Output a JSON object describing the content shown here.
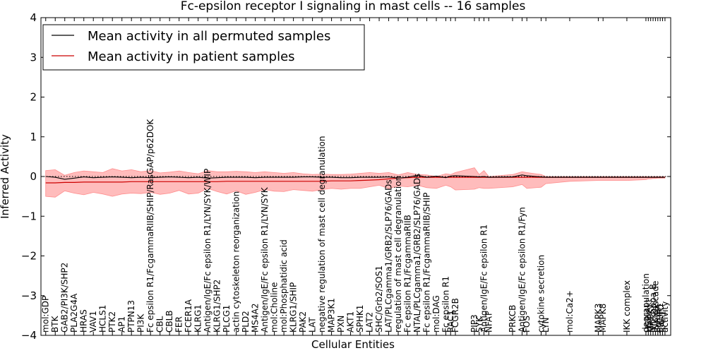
{
  "chart_data": {
    "type": "line",
    "title": "Fc-epsilon receptor I signaling in mast cells -- 16 samples",
    "xlabel": "Cellular Entities",
    "ylabel": "Inferred Activity",
    "ylim": [
      -4,
      4
    ],
    "yticks": [
      -4,
      -3,
      -2,
      -1,
      0,
      1,
      2,
      3,
      4
    ],
    "legend_position": "top-left",
    "grid": false,
    "categories": [
      "mol:GDP",
      "BTK",
      "GAB2/PI3K/SHP2",
      "PLA2G4A",
      "HRAS",
      "VAV1",
      "HCLS1",
      "PTK2",
      "AP1",
      "PTPN13",
      "PI3K",
      "Fc epsilon R1/FcgammaRIIB/SHIP/RasGAP/p62DOK",
      "CBL",
      "CBLB",
      "FER",
      "FCER1A",
      "KLRG1",
      "Antigen/IgE/Fc epsilon R1/LYN/SYK/WIP",
      "KLRG1/SHP2",
      "PLCG1",
      "actin cytoskeleton reorganization",
      "PLD2",
      "MS4A2",
      "Antigen/IgE/Fc epsilon R1/LYN/SYK",
      "mol:Choline",
      "mol:Phosphatidic acid",
      "KLRG1/SHIP",
      "PAK2",
      "LAT",
      "negative regulation of mast cell degranulation",
      "MAP3K1",
      "PXN",
      "AKT1",
      "SPHK1",
      "LAT2",
      "SHC/Grb2/SOS1",
      "LAT/PLCgamma1/GRB2/SLP76/GADs",
      "regulation of mast cell degranulation",
      "Fc epsilon R1/FcgammaRIIB",
      "NTAL/PLCgamma1/GRB2/SLP76/GADs",
      "Fc epsilon R1/FcgammaRIIB/SHIP",
      "mol:DAG",
      "Fc epsilon R1",
      "RAC1",
      "FCGR2B",
      "PIP3",
      "SYK",
      "Antigen/IgE/Fc epsilon R1",
      "NFAT",
      "PRKCB",
      "Antigen/IgE/Fc epsilon R1/Fyn",
      "FOS",
      "cytokine secretion",
      "LYN",
      "mol:Ca2+",
      "MAPK3",
      "MAPK8",
      "IKK complex",
      "degranulation",
      "HSP/Akt",
      "MAPK1",
      "NF-kappa B",
      "JNK cascade",
      "FcRIIIA",
      "PIK3R1",
      "RAF1",
      "activity"
    ],
    "x_positions": [
      0,
      1,
      2,
      3,
      4,
      5,
      6,
      7,
      8,
      9,
      10,
      11,
      12,
      13,
      14,
      15,
      16,
      17,
      18,
      19,
      20,
      21,
      22,
      23,
      24,
      25,
      26,
      27,
      28,
      29,
      30,
      31,
      32,
      33,
      34,
      35,
      36,
      37,
      38,
      39,
      40,
      41,
      42,
      42.5,
      43,
      45,
      45.5,
      46,
      46.5,
      49,
      50,
      50.5,
      52,
      52.5,
      55,
      58,
      58.5,
      61,
      63,
      63.25,
      63.5,
      63.75,
      64,
      64.25,
      64.5,
      64.75,
      65
    ],
    "xlim": [
      -0.5,
      65.6
    ],
    "series": [
      {
        "name": "Mean activity in all permuted samples",
        "color": "#000000",
        "values": [
          0.0,
          -0.02,
          -0.07,
          -0.04,
          -0.01,
          -0.03,
          -0.02,
          -0.01,
          -0.02,
          -0.03,
          -0.02,
          -0.03,
          -0.02,
          -0.01,
          -0.02,
          -0.03,
          -0.02,
          -0.04,
          -0.03,
          -0.02,
          -0.02,
          -0.02,
          -0.03,
          -0.02,
          -0.02,
          -0.02,
          -0.02,
          -0.01,
          -0.01,
          -0.02,
          -0.02,
          -0.03,
          -0.03,
          -0.02,
          -0.02,
          -0.02,
          -0.01,
          -0.04,
          -0.02,
          0.03,
          -0.02,
          0.01,
          -0.03,
          0.01,
          0.02,
          0.0,
          -0.01,
          0.0,
          -0.02,
          -0.01,
          0.04,
          0.02,
          -0.01,
          -0.02,
          -0.02,
          -0.02,
          -0.02,
          -0.02,
          -0.02,
          -0.02,
          -0.02,
          -0.02,
          -0.02,
          -0.02,
          -0.02,
          -0.02,
          -0.02
        ]
      },
      {
        "name": "Mean activity in patient samples",
        "color": "#cc0000",
        "band_color": "#ff7a7a",
        "values": [
          -0.16,
          -0.16,
          -0.15,
          -0.15,
          -0.14,
          -0.14,
          -0.14,
          -0.14,
          -0.14,
          -0.13,
          -0.13,
          -0.13,
          -0.13,
          -0.13,
          -0.13,
          -0.13,
          -0.13,
          -0.13,
          -0.13,
          -0.12,
          -0.12,
          -0.12,
          -0.12,
          -0.12,
          -0.12,
          -0.12,
          -0.12,
          -0.12,
          -0.12,
          -0.12,
          -0.11,
          -0.11,
          -0.11,
          -0.1,
          -0.09,
          -0.08,
          -0.06,
          -0.04,
          -0.03,
          -0.02,
          -0.02,
          -0.02,
          -0.02,
          -0.02,
          -0.02,
          -0.02,
          -0.02,
          -0.02,
          -0.02,
          -0.02,
          -0.02,
          -0.02,
          -0.02,
          -0.02,
          -0.02,
          -0.02,
          -0.02,
          -0.02,
          -0.02,
          -0.02,
          -0.02,
          -0.02,
          -0.02,
          -0.02,
          -0.02,
          -0.02,
          -0.02
        ],
        "upper": [
          0.15,
          0.17,
          0.03,
          0.1,
          0.14,
          0.12,
          0.1,
          0.2,
          0.14,
          0.17,
          0.12,
          0.15,
          0.09,
          0.11,
          0.14,
          0.1,
          0.07,
          0.15,
          0.12,
          0.12,
          0.13,
          0.12,
          0.1,
          0.12,
          0.1,
          0.08,
          0.1,
          0.07,
          0.05,
          0.06,
          0.05,
          0.05,
          0.06,
          0.08,
          0.1,
          0.08,
          0.1,
          0.04,
          0.1,
          0.05,
          0.04,
          0.0,
          0.07,
          0.05,
          0.1,
          0.22,
          0.05,
          0.15,
          0.0,
          0.05,
          0.12,
          0.1,
          0.05,
          0.0,
          0.0,
          0.0,
          0.0,
          0.0,
          0.0,
          0.0,
          0.0,
          0.0,
          0.0,
          0.0,
          0.0,
          0.0,
          0.0
        ],
        "lower": [
          -0.5,
          -0.52,
          -0.36,
          -0.42,
          -0.46,
          -0.4,
          -0.44,
          -0.5,
          -0.44,
          -0.42,
          -0.43,
          -0.4,
          -0.45,
          -0.42,
          -0.35,
          -0.44,
          -0.42,
          -0.3,
          -0.38,
          -0.44,
          -0.36,
          -0.45,
          -0.4,
          -0.33,
          -0.37,
          -0.38,
          -0.33,
          -0.35,
          -0.37,
          -0.33,
          -0.3,
          -0.32,
          -0.3,
          -0.3,
          -0.26,
          -0.22,
          -0.3,
          -0.24,
          -0.26,
          -0.22,
          -0.28,
          -0.3,
          -0.22,
          -0.26,
          -0.34,
          -0.32,
          -0.28,
          -0.3,
          -0.3,
          -0.26,
          -0.2,
          -0.3,
          -0.27,
          -0.18,
          -0.12,
          -0.1,
          -0.1,
          -0.1,
          -0.08,
          -0.06,
          -0.06,
          -0.05,
          -0.05,
          -0.04,
          -0.04,
          -0.04,
          -0.04
        ]
      }
    ],
    "baseline": {
      "y": 0,
      "style": "dotted"
    }
  }
}
